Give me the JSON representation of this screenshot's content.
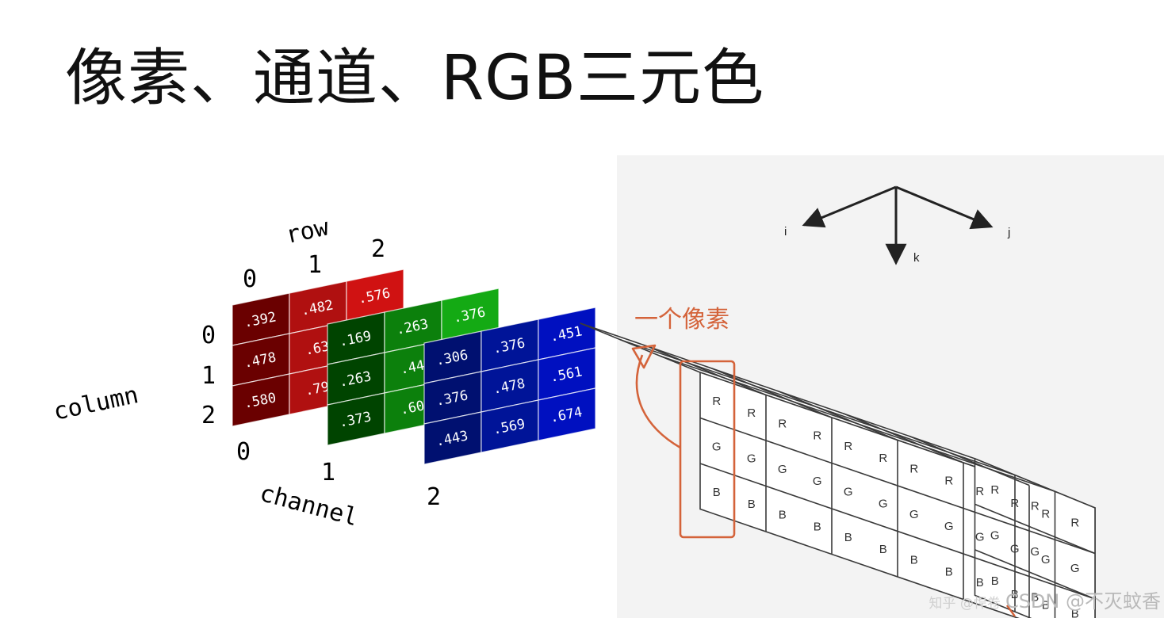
{
  "title": "像素、通道、RGB三元色",
  "tensor": {
    "row_label": "row",
    "column_label": "column",
    "channel_label": "channel",
    "row_ticks": [
      "0",
      "1",
      "2"
    ],
    "column_ticks": [
      "0",
      "1",
      "2"
    ],
    "channel_ticks": [
      "0",
      "1",
      "2"
    ],
    "channels": [
      {
        "colors": [
          "#6a0000",
          "#b01010",
          "#d01212"
        ],
        "cells": [
          [
            ".392",
            ".482",
            ".576"
          ],
          [
            ".478",
            ".63",
            ""
          ],
          [
            ".580",
            ".79",
            ""
          ]
        ]
      },
      {
        "colors": [
          "#004400",
          "#0c800c",
          "#14aa14"
        ],
        "cells": [
          [
            ".169",
            ".263",
            ".376"
          ],
          [
            ".263",
            ".44",
            ""
          ],
          [
            ".373",
            ".60",
            ""
          ]
        ]
      },
      {
        "colors": [
          "#001070",
          "#001498",
          "#0010c0"
        ],
        "cells": [
          [
            ".306",
            ".376",
            ".451"
          ],
          [
            ".376",
            ".478",
            ".561"
          ],
          [
            ".443",
            ".569",
            ".674"
          ]
        ]
      }
    ]
  },
  "cube": {
    "axis_labels": {
      "i": "i",
      "j": "j",
      "k": "k"
    },
    "pixel_label": "一个像素",
    "channel_letters": [
      "R",
      "G",
      "B"
    ]
  },
  "watermark": {
    "faint": "知乎 @悍卷",
    "main": "CSDN @不灭蚊香"
  },
  "colors": {
    "annotation": "#d4633a",
    "grid": "#3a3a3a"
  }
}
